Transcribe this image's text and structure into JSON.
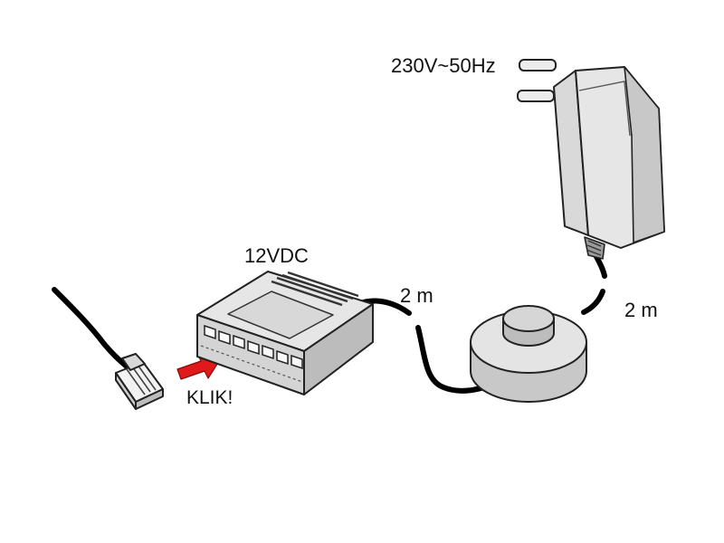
{
  "labels": {
    "voltage_ac": "230V~50Hz",
    "voltage_dc": "12VDC",
    "cable_length_left": "2 m",
    "cable_length_right": "2 m",
    "click": "KLIK!"
  },
  "colors": {
    "device_fill": "#e6e6e6",
    "device_shade": "#c9c9c9",
    "outline": "#222222",
    "cable": "#000000",
    "arrow": "#e01a1a"
  }
}
